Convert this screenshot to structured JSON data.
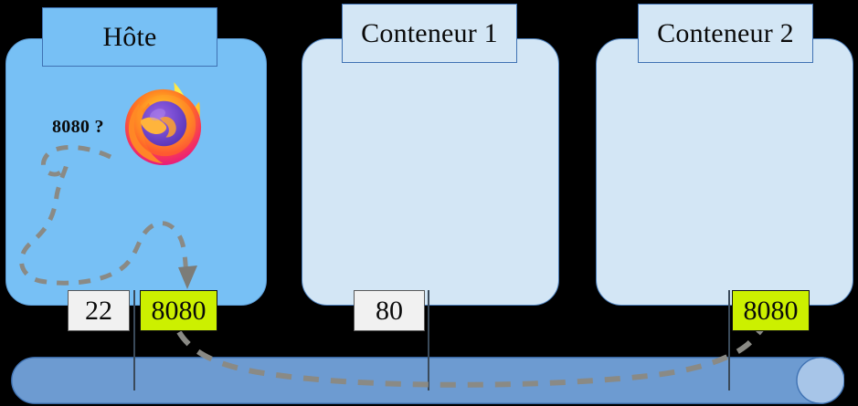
{
  "diagram": {
    "title": "Docker port mapping diagram",
    "machines": [
      {
        "id": "host",
        "label": "Hôte",
        "fill": "#77c0f5",
        "border": "#5b9bd5"
      },
      {
        "id": "c1",
        "label": "Conteneur 1",
        "fill": "#d3e6f5",
        "border": "#4a7ebb"
      },
      {
        "id": "c2",
        "label": "Conteneur 2",
        "fill": "#d3e6f5",
        "border": "#4a7ebb"
      }
    ],
    "ports": [
      {
        "id": "host-22",
        "label": "22",
        "style": "plain",
        "owner": "host"
      },
      {
        "id": "host-8080",
        "label": "8080",
        "style": "highlight",
        "owner": "host"
      },
      {
        "id": "c1-80",
        "label": "80",
        "style": "plain",
        "owner": "c1"
      },
      {
        "id": "c2-8080",
        "label": "8080",
        "style": "highlight",
        "owner": "c2"
      }
    ],
    "annotations": {
      "host_question": "8080 ?"
    },
    "icons": {
      "browser": "firefox-logo"
    },
    "network": {
      "name": "network-bus",
      "fill": "#6d9bd1",
      "cap_fill": "#a7c5e8",
      "border": "#3f72b3"
    },
    "colors": {
      "host_fill": "#77c0f5",
      "container_fill": "#d3e6f5",
      "port_highlight": "#ccf000",
      "port_plain": "#f1f1f1",
      "dashed_line": "#8a8a85",
      "background": "#000000",
      "border_blue": "#4a7ebb"
    }
  }
}
